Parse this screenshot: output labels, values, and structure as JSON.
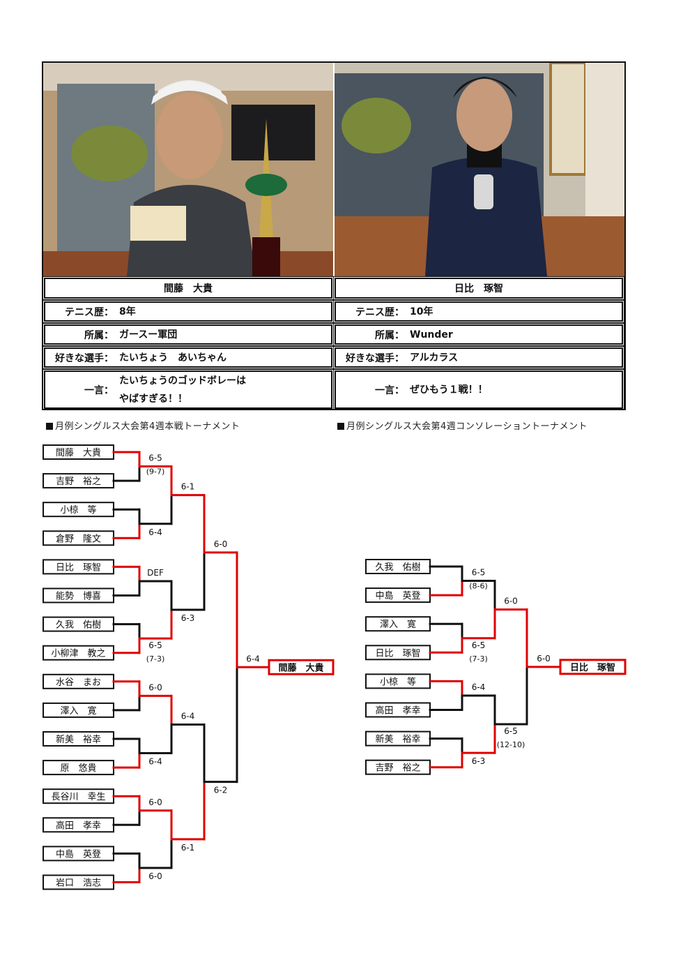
{
  "colors": {
    "accent_red": "#e00000",
    "line_black": "#111111"
  },
  "profiles": [
    {
      "photo": {
        "description": "smiling man in white cap holding trophy and handwritten card",
        "icon": "photo-image"
      },
      "name": "間藤　大貴",
      "rows": [
        {
          "label": "テニス歴：",
          "value": "8年"
        },
        {
          "label": "所属：",
          "value": "ガースー軍団"
        },
        {
          "label": "好きな選手：",
          "value": "たいちょう　あいちゃん"
        },
        {
          "label": "一言：",
          "value_lines": [
            "たいちょうのゴッドボレーは",
            "やばすぎる！！"
          ]
        }
      ]
    },
    {
      "photo": {
        "description": "smiling man in navy shirt holding beer can",
        "icon": "photo-image"
      },
      "name": "日比　琢智",
      "rows": [
        {
          "label": "テニス歴：",
          "value": "10年"
        },
        {
          "label": "所属：",
          "value": "Wunder"
        },
        {
          "label": "好きな選手：",
          "value": "アルカラス"
        },
        {
          "label": "一言：",
          "value_lines": [
            "ぜひもう１戦！！"
          ]
        }
      ]
    }
  ],
  "main_tournament": {
    "title": "月例シングルス大会第4週本戦トーナメント",
    "players": [
      "間藤　大貴",
      "吉野　裕之",
      "小椋　等",
      "倉野　隆文",
      "日比　琢智",
      "能勢　博喜",
      "久我　佑樹",
      "小柳津　教之",
      "水谷　まお",
      "澤入　寛",
      "新美　裕幸",
      "原　悠貴",
      "長谷川　幸生",
      "高田　孝幸",
      "中島　英登",
      "岩口　浩志"
    ],
    "round1": [
      {
        "winner": 0,
        "score": "6-5",
        "tiebreak": "(9-7)"
      },
      {
        "winner": 1,
        "score": "6-4"
      },
      {
        "winner": 0,
        "score": "DEF"
      },
      {
        "winner": 1,
        "score": "6-5",
        "tiebreak": "(7-3)"
      },
      {
        "winner": 0,
        "score": "6-0"
      },
      {
        "winner": 1,
        "score": "6-4"
      },
      {
        "winner": 0,
        "score": "6-0"
      },
      {
        "winner": 1,
        "score": "6-0"
      }
    ],
    "round2": [
      {
        "winner": 0,
        "score": "6-1"
      },
      {
        "winner": 1,
        "score": "6-3"
      },
      {
        "winner": 0,
        "score": "6-4"
      },
      {
        "winner": 0,
        "score": "6-1"
      }
    ],
    "round3": [
      {
        "winner": 0,
        "score": "6-0"
      },
      {
        "winner": 1,
        "score": "6-2"
      }
    ],
    "final": {
      "winner": 0,
      "score": "6-4"
    },
    "champion": "間藤　大貴"
  },
  "consolation_tournament": {
    "title": "月例シングルス大会第4週コンソレーショントーナメント",
    "players": [
      "久我　佑樹",
      "中島　英登",
      "澤入　寛",
      "日比　琢智",
      "小椋　等",
      "高田　孝幸",
      "新美　裕幸",
      "吉野　裕之"
    ],
    "round1": [
      {
        "winner": 1,
        "score": "6-5",
        "tiebreak": "(8-6)"
      },
      {
        "winner": 1,
        "score": "6-5",
        "tiebreak": "(7-3)"
      },
      {
        "winner": 0,
        "score": "6-4"
      },
      {
        "winner": 1,
        "score": "6-3"
      }
    ],
    "round2": [
      {
        "winner": 1,
        "score": "6-0"
      },
      {
        "winner": 1,
        "score": "6-5",
        "tiebreak": "(12-10)"
      }
    ],
    "final": {
      "winner": 0,
      "score": "6-0"
    },
    "champion": "日比　琢智"
  }
}
